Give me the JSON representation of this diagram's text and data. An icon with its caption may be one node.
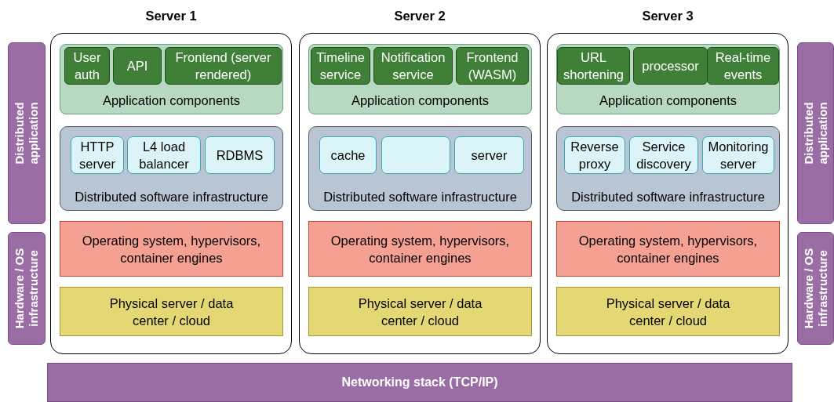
{
  "diagram": {
    "nodes": [
      {
        "text": [
          "Distributed application"
        ]
      },
      {
        "text": [
          "Hardware / OS infrastructure"
        ]
      },
      {
        "text": [
          "Server 1"
        ]
      },
      {
        "text": [
          "Application components"
        ],
        "in": 2
      },
      {
        "text": [
          "User auth"
        ],
        "in": 3
      },
      {
        "text": [
          "API"
        ],
        "in": 3
      },
      {
        "text": [
          "Frontend (server rendered)"
        ],
        "in": 3
      },
      {
        "text": [
          "Distributed software infrastructure"
        ],
        "in": 2
      },
      {
        "text": [
          "HTTP server"
        ],
        "in": 7
      },
      {
        "text": [
          "L4 load balancer"
        ],
        "in": 7
      },
      {
        "text": [
          "RDBMS"
        ],
        "in": 7
      },
      {
        "text": [
          "Operating system, hypervisors, container engines"
        ],
        "in": 2
      },
      {
        "text": [
          "Physical server / data center / cloud"
        ],
        "in": 2
      },
      {
        "text": [
          "Server 2"
        ]
      },
      {
        "text": [
          "Application components"
        ],
        "in": 13
      },
      {
        "text": [
          "Timeline service"
        ],
        "in": 14
      },
      {
        "text": [
          "Notification service"
        ],
        "in": 14
      },
      {
        "text": [
          "Frontend (WASM)"
        ],
        "in": 14
      },
      {
        "text": [
          "Distributed software infrastructure"
        ],
        "in": 13
      },
      {
        "text": [
          "cache"
        ],
        "in": 18
      },
      {
        "text": [],
        "shape": "box",
        "in": 18
      },
      {
        "text": [
          "server"
        ],
        "in": 18
      },
      {
        "text": [
          "Operating system, hypervisors, container engines"
        ],
        "in": 13
      },
      {
        "text": [
          "Physical server / data center / cloud"
        ],
        "in": 13
      },
      {
        "text": [
          "Server 3"
        ]
      },
      {
        "text": [
          "Application components"
        ],
        "in": 24
      },
      {
        "text": [
          "URL shortening"
        ],
        "in": 25
      },
      {
        "text": [
          "processor"
        ],
        "in": 25
      },
      {
        "text": [
          "Real-time events"
        ],
        "in": 25
      },
      {
        "text": [
          "Distributed software infrastructure"
        ],
        "in": 24
      },
      {
        "text": [
          "Reverse proxy"
        ],
        "in": 29
      },
      {
        "text": [
          "Service discovery"
        ],
        "in": 29
      },
      {
        "text": [
          "Monitoring server"
        ],
        "in": 29
      },
      {
        "text": [
          "Operating system, hypervisors, container engines"
        ],
        "in": 24
      },
      {
        "text": [
          "Physical server / data center / cloud"
        ],
        "in": 24
      },
      {
        "text": [
          "Distributed application"
        ]
      },
      {
        "text": [
          "Hardware / OS infrastructure"
        ]
      },
      {
        "text": [
          "Networking stack (TCP/IP)"
        ]
      }
    ],
    "edges": []
  }
}
